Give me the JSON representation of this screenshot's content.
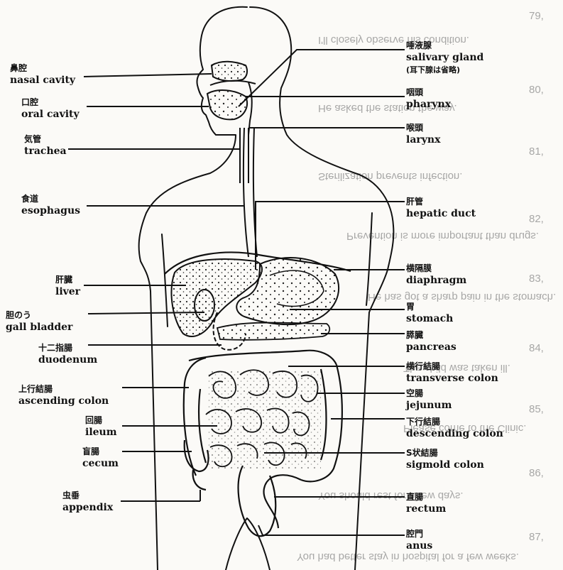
{
  "labels_left": [
    {
      "id": "nasal-cavity",
      "jp": "鼻腔",
      "en": "nasal cavity"
    },
    {
      "id": "oral-cavity",
      "jp": "口腔",
      "en": "oral cavity"
    },
    {
      "id": "trachea",
      "jp": "気管",
      "en": "trachea"
    },
    {
      "id": "esophagus",
      "jp": "食道",
      "en": "esophagus"
    },
    {
      "id": "liver",
      "jp": "肝臓",
      "en": "liver"
    },
    {
      "id": "gall-bladder",
      "jp": "胆のう",
      "en": "gall bladder"
    },
    {
      "id": "duodenum",
      "jp": "十二指腸",
      "en": "duodenum"
    },
    {
      "id": "ascending-colon",
      "jp": "上行結腸",
      "en": "ascending colon"
    },
    {
      "id": "ileum",
      "jp": "回腸",
      "en": "ileum"
    },
    {
      "id": "cecum",
      "jp": "盲腸",
      "en": "cecum"
    },
    {
      "id": "appendix",
      "jp": "虫垂",
      "en": "appendix"
    }
  ],
  "labels_right": [
    {
      "id": "salivary-gland",
      "jp": "唾液腺",
      "en": "salivary gland",
      "note": "(耳下腺は省略)"
    },
    {
      "id": "pharynx",
      "jp": "咽頭",
      "en": "pharynx"
    },
    {
      "id": "larynx",
      "jp": "喉頭",
      "en": "larynx"
    },
    {
      "id": "hepatic-duct",
      "jp": "肝管",
      "en": "hepatic duct"
    },
    {
      "id": "diaphragm",
      "jp": "横隔膜",
      "en": "diaphragm"
    },
    {
      "id": "stomach",
      "jp": "胃",
      "en": "stomach"
    },
    {
      "id": "pancreas",
      "jp": "膵臓",
      "en": "pancreas"
    },
    {
      "id": "transverse-colon",
      "jp": "横行結腸",
      "en": "transverse colon"
    },
    {
      "id": "jejunum",
      "jp": "空腸",
      "en": "jejunum"
    },
    {
      "id": "descending-colon",
      "jp": "下行結腸",
      "en": "descending colon"
    },
    {
      "id": "sigmoid-colon",
      "jp": "S状結腸",
      "en": "sigmold colon"
    },
    {
      "id": "rectum",
      "jp": "直腸",
      "en": "rectum"
    },
    {
      "id": "anus",
      "jp": "腔門",
      "en": "anus"
    }
  ],
  "bleed_through": [
    {
      "num": "79,",
      "text": "I'll closely observe his condition."
    },
    {
      "num": "80,",
      "text": "He asked the station the way."
    },
    {
      "num": "81,",
      "text": "Sterilization prevents infection."
    },
    {
      "num": "82,",
      "text": "Prevention is more important than drugs."
    },
    {
      "num": "83,",
      "text": "He has got a sharp pain in the stomach."
    },
    {
      "num": "84,",
      "text": "The child was taken ill."
    },
    {
      "num": "85,",
      "text": "Please come to the Clinic."
    },
    {
      "num": "86,",
      "text": "You should rest for a few days."
    },
    {
      "num": "87,",
      "text": "You had better stay in hospital for a few weeks."
    }
  ]
}
